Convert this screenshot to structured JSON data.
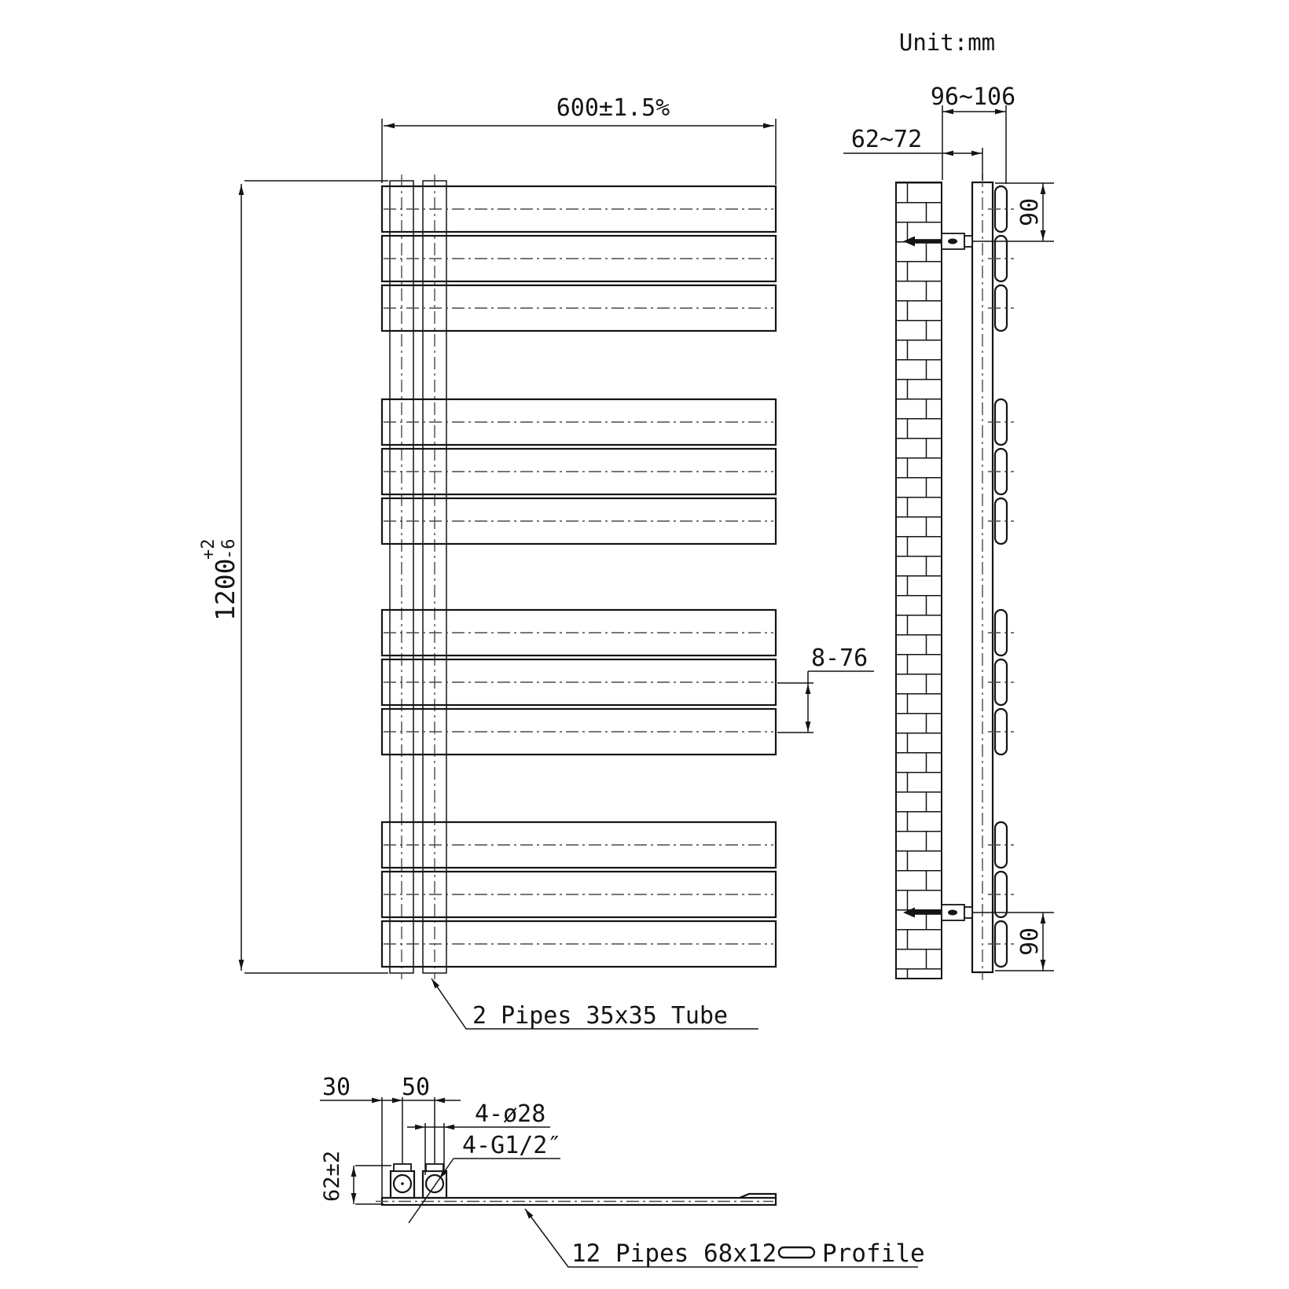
{
  "meta": {
    "unit_label": "Unit:mm"
  },
  "front_view": {
    "width_dim": "600±1.5%",
    "height_dim_main": "1200",
    "height_dim_upper_tol": "+2",
    "height_dim_lower_tol": "-6",
    "bar_spacing_dim": "8-76",
    "tube_note": "2 Pipes 35x35 Tube"
  },
  "side_view": {
    "depth_dim": "96~106",
    "wall_to_center_dim": "62~72",
    "top_offset_dim": "90",
    "bottom_offset_dim": "90"
  },
  "bottom_view": {
    "edge_to_pipe_dim": "30",
    "pipe_spacing_dim": "50",
    "holes_dim": "4-ø28",
    "thread_dim": "4-G1/2″",
    "height_dim": "62±2",
    "profile_note_left": "12 Pipes 68x12",
    "profile_note_right": "Profile"
  }
}
